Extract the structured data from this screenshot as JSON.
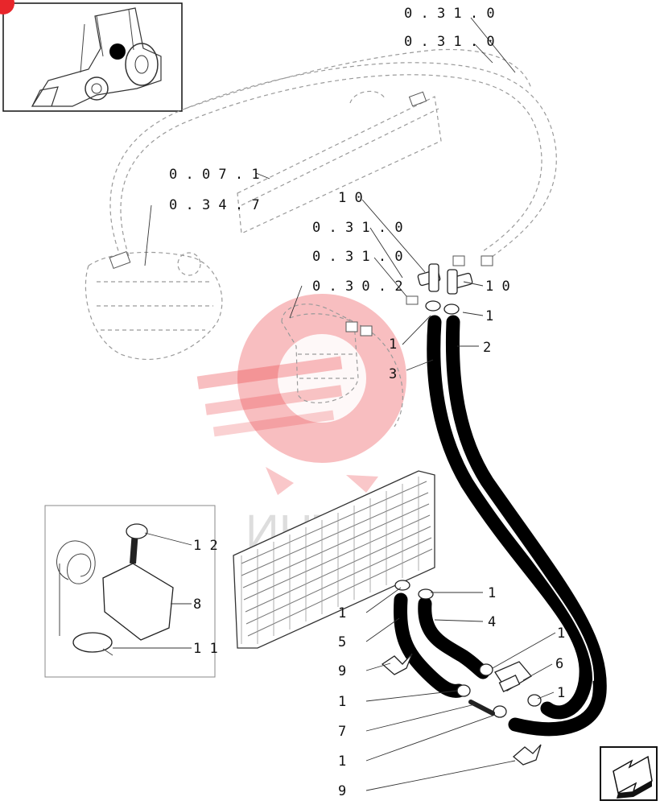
{
  "labels": {
    "ref_top_1": "0 . 3 1 . 0",
    "ref_top_2": "0 . 3 1 . 0",
    "ref_071": "0 . 0 7 . 1",
    "ref_347": "0 . 3 4 . 7",
    "ref_mid_1": "0 . 3 1 . 0",
    "ref_mid_2": "0 . 3 1 . 0",
    "ref_302": "0 . 3 0 . 2",
    "p10a": "1 0",
    "p10b": "1 0",
    "p1a": "1",
    "p2": "2",
    "p1b": "1",
    "p3": "3",
    "p12": "1 2",
    "p8": "8",
    "p11": "1 1",
    "p1c": "1",
    "p1d": "1",
    "p4": "4",
    "p5": "5",
    "p1e": "1",
    "p6": "6",
    "p9a": "9",
    "p1f": "1",
    "p1g": "1",
    "p7": "7",
    "p1h": "1",
    "p9b": "9"
  },
  "watermark": "ИНТЕ",
  "colors": {
    "watermark": "#e8262b",
    "ink": "#000000",
    "ghost": "#9a9a9a"
  }
}
